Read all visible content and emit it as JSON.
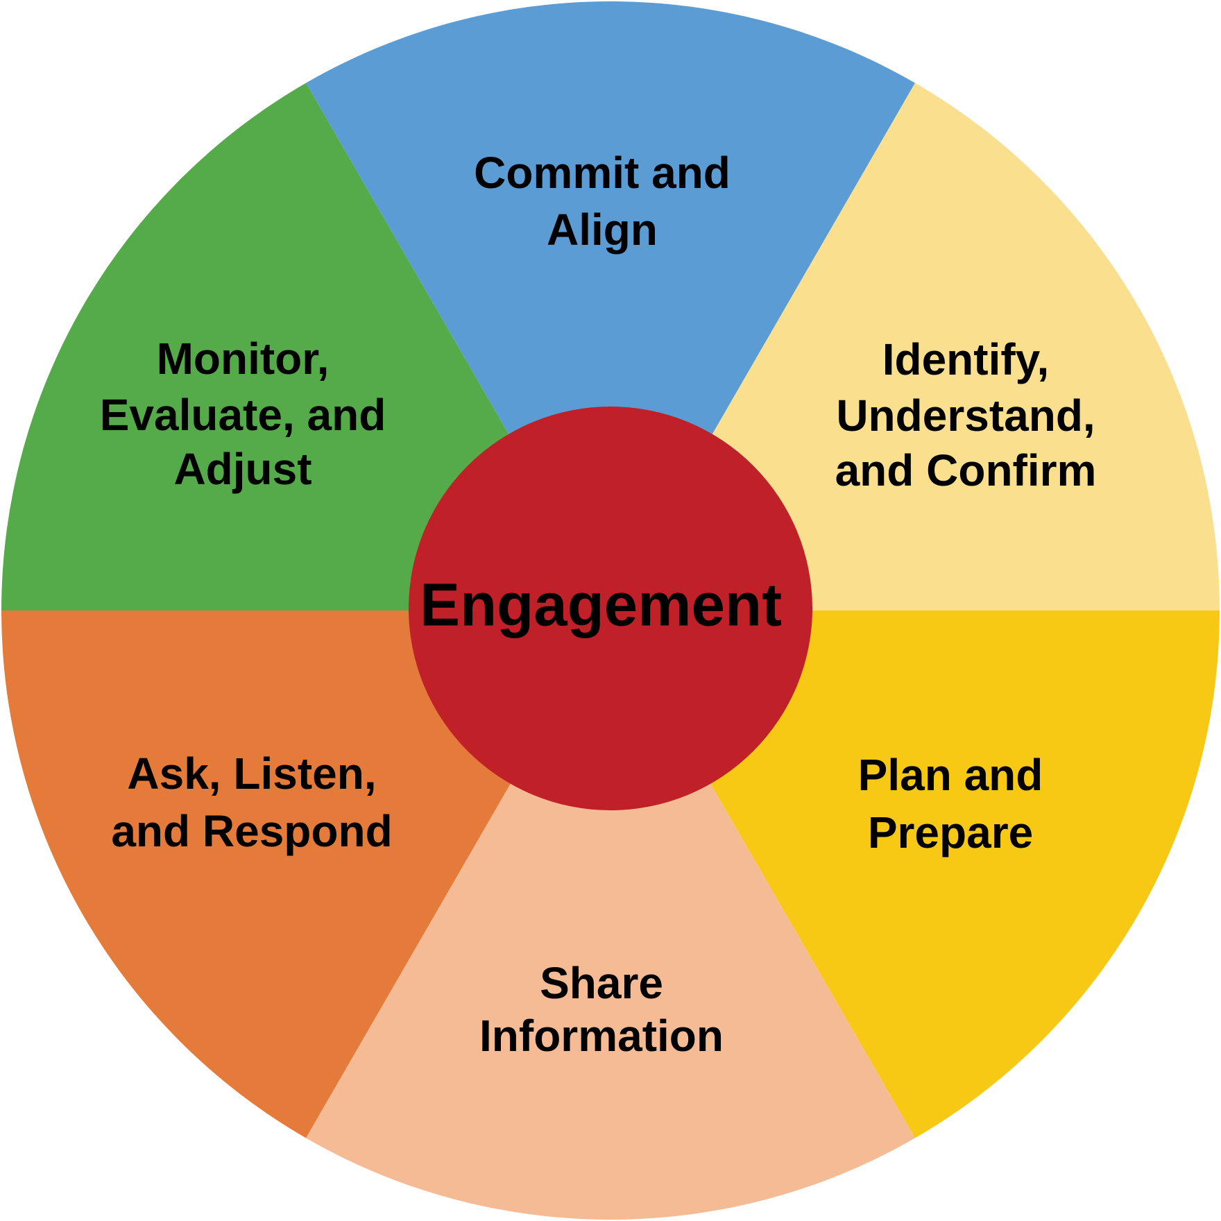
{
  "diagram": {
    "title": "Engagement",
    "background_color": "#FFFFFF",
    "text_color": "#000000",
    "center": {
      "label": "Engagement",
      "color": "#C02027"
    },
    "segments": [
      {
        "id": "commit-align",
        "label": "Commit and Align",
        "lines": [
          "Commit and",
          "Align"
        ],
        "color": "#5B9CD4",
        "position": "top"
      },
      {
        "id": "identify-understand-confirm",
        "label": "Identify, Understand, and Confirm",
        "lines": [
          "Identify,",
          "Understand,",
          "and Confirm"
        ],
        "color": "#FADF8E",
        "position": "upper-right"
      },
      {
        "id": "plan-prepare",
        "label": "Plan and Prepare",
        "lines": [
          "Plan and",
          "Prepare"
        ],
        "color": "#F7C814",
        "position": "lower-right"
      },
      {
        "id": "share-information",
        "label": "Share Information",
        "lines": [
          "Share",
          "Information"
        ],
        "color": "#F4BB95",
        "position": "bottom"
      },
      {
        "id": "ask-listen-respond",
        "label": "Ask, Listen, and Respond",
        "lines": [
          "Ask, Listen,",
          "and Respond"
        ],
        "color": "#E57B3A",
        "position": "lower-left"
      },
      {
        "id": "monitor-evaluate-adjust",
        "label": "Monitor, Evaluate, and Adjust",
        "lines": [
          "Monitor,",
          "Evaluate, and",
          "Adjust"
        ],
        "color": "#55AB4A",
        "position": "upper-left"
      }
    ]
  }
}
